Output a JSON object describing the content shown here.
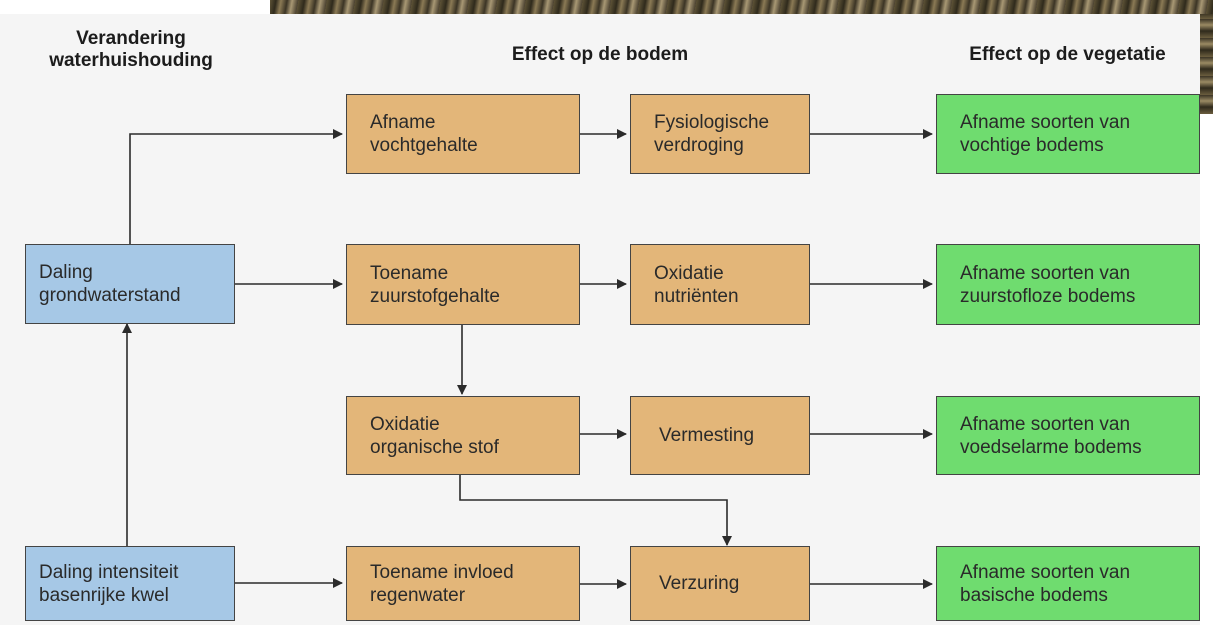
{
  "headings": {
    "left": "Verandering\nwaterhuishouding",
    "middle": "Effect op de bodem",
    "right": "Effect op de vegetatie"
  },
  "boxes": {
    "daling_grondwaterstand": "Daling\ngrondwaterstand",
    "daling_intensiteit": "Daling intensiteit\nbasenrijke kwel",
    "afname_vochtgehalte": "Afname\nvochtgehalte",
    "toename_zuurstofgehalte": "Toename\nzuurstofgehalte",
    "oxidatie_organische_stof": "Oxidatie\norganische stof",
    "toename_invloed_regenwater": "Toename invloed\nregenwater",
    "fysiologische_verdroging": "Fysiologische\nverdroging",
    "oxidatie_nutrienten": "Oxidatie\nnutriënten",
    "vermesting": "Vermesting",
    "verzuring": "Verzuring",
    "afname_vochtige": "Afname soorten van\nvochtige bodems",
    "afname_zuurstofloze": "Afname soorten van\nzuurstofloze bodems",
    "afname_voedselarme": "Afname soorten van\nvoedselarme bodems",
    "afname_basische": "Afname soorten van\nbasische bodems"
  },
  "colors": {
    "blue": "#a6c8e6",
    "tan": "#e3b679",
    "green": "#6fdc6f",
    "line": "#2b2b2b"
  }
}
